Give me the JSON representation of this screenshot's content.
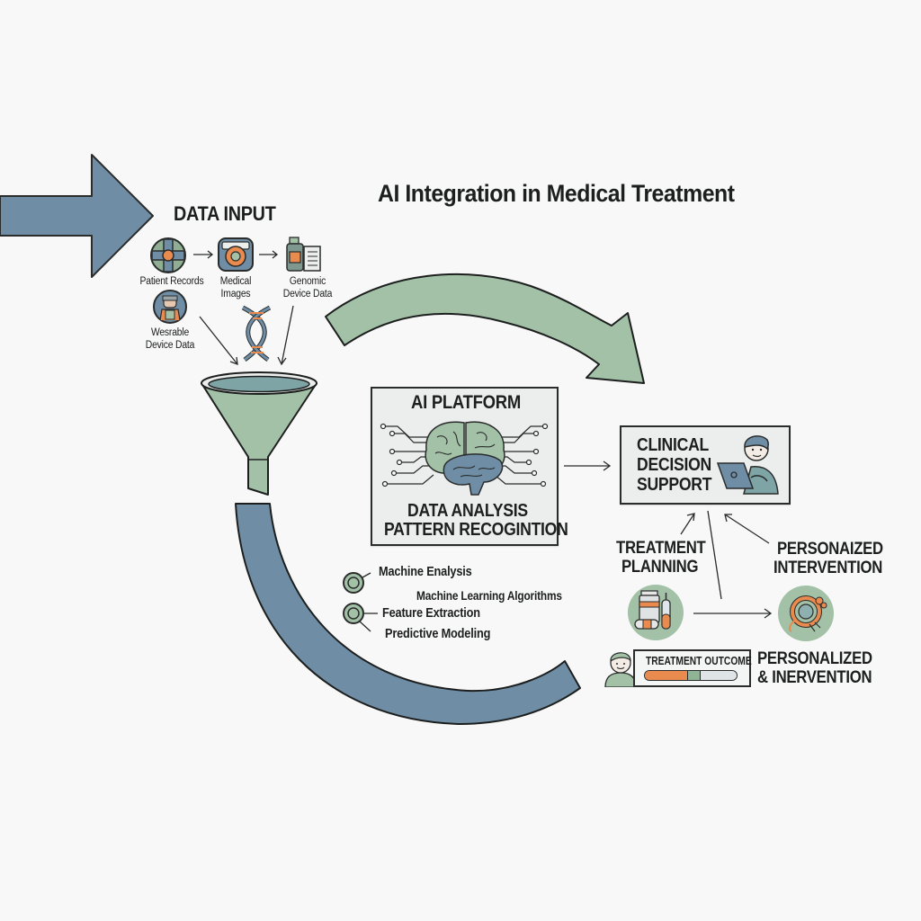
{
  "title": "AI Integration in Medical Treatment",
  "colors": {
    "background": "#f7f8f7",
    "slate_blue": "#6f8ea6",
    "sage_green": "#a2c1a6",
    "orange": "#e98a4f",
    "outline": "#2a2c2c"
  },
  "data_input": {
    "heading": "DATA INPUT",
    "sources": [
      {
        "label": "Patient Records",
        "icon": "patient-records-icon"
      },
      {
        "label": "Medical Images",
        "label_lines": [
          "Medical",
          "Images"
        ],
        "icon": "medical-image-icon"
      },
      {
        "label": "Genomic Device Data",
        "label_lines": [
          "Genomic",
          "Device Data"
        ],
        "icon": "genomic-data-icon"
      },
      {
        "label": "Wesrable Device Data",
        "label_lines": [
          "Wesrable",
          "Device Data"
        ],
        "icon": "wearable-device-icon"
      }
    ],
    "dna_icon": "dna-icon",
    "funnel_icon": "funnel-icon"
  },
  "ai_platform": {
    "title": "AI PLATFORM",
    "line1": "DATA ANALYSIS",
    "line2": "PATTERN RECOGINTION",
    "icon": "brain-circuit-icon"
  },
  "ml_components": {
    "items": [
      {
        "label": "Machine Enalysis"
      },
      {
        "label": "Machine Learning Algorithms"
      },
      {
        "label": "Feature Extraction"
      },
      {
        "label": "Predictive Modeling"
      }
    ]
  },
  "clinical_decision_support": {
    "line1": "CLINICAL",
    "line2": "DECISION",
    "line3": "SUPPORT",
    "icon": "doctor-laptop-icon"
  },
  "treatment_planning": {
    "line1": "TREATMENT",
    "line2": "PLANNING",
    "icon": "medication-icon"
  },
  "personalized_intervention_top": {
    "line1": "PERSONAIZED",
    "line2": "INTERVENTION",
    "icon": "targeted-therapy-icon"
  },
  "treatment_outcome": {
    "label": "TREATMENT OUTCOME",
    "progress": {
      "orange_fraction": 0.47,
      "green_fraction": 0.13,
      "remaining_fraction": 0.4
    },
    "icon": "patient-avatar-icon"
  },
  "personalized_intervention_bottom": {
    "line1": "PERSONALIZED",
    "line2": "& INERVENTION"
  }
}
